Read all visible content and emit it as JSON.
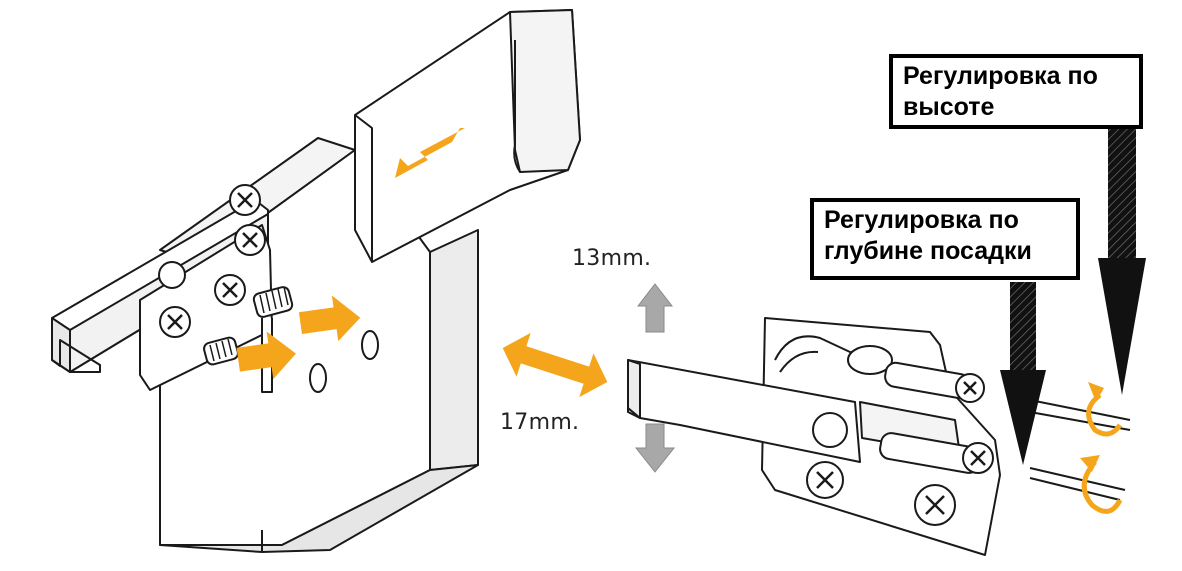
{
  "callouts": {
    "height": {
      "line1": "Регулировка по",
      "line2": "высоте"
    },
    "depth": {
      "line1": "Регулировка по",
      "line2": "глубине посадки"
    }
  },
  "dimensions": {
    "vertical": "13mm.",
    "horizontal": "17mm."
  },
  "colors": {
    "accent": "#F5A51C",
    "gray_arrow": "#A8A8A8",
    "line": "#1A1A1A",
    "fill": "#FFFFFF",
    "shade": "#ECECEC"
  }
}
